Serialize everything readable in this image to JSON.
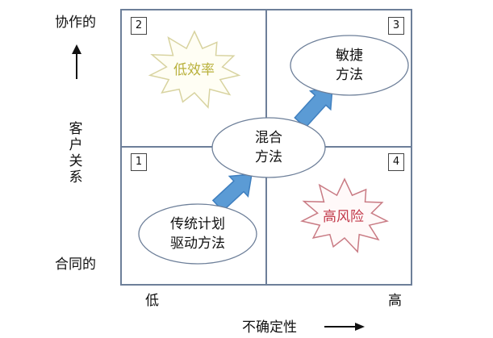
{
  "y_axis": {
    "top_label": "协作的",
    "title": "客户关系",
    "bottom_label": "合同的"
  },
  "x_axis": {
    "left_label": "低",
    "right_label": "高",
    "title": "不确定性"
  },
  "quadrants": [
    {
      "number": "1"
    },
    {
      "number": "2"
    },
    {
      "number": "3"
    },
    {
      "number": "4"
    }
  ],
  "nodes": {
    "traditional": {
      "line1": "传统计划",
      "line2": "驱动方法"
    },
    "hybrid": {
      "line1": "混合",
      "line2": "方法"
    },
    "agile": {
      "line1": "敏捷",
      "line2": "方法"
    },
    "low_efficiency": {
      "text": "低效率",
      "color": "#b9b13c"
    },
    "high_risk": {
      "text": "高风险",
      "color": "#c2394a"
    }
  },
  "colors": {
    "grid": "#6d7f99",
    "arrow_fill": "#5b9bd5",
    "arrow_stroke": "#3f7fbf"
  }
}
